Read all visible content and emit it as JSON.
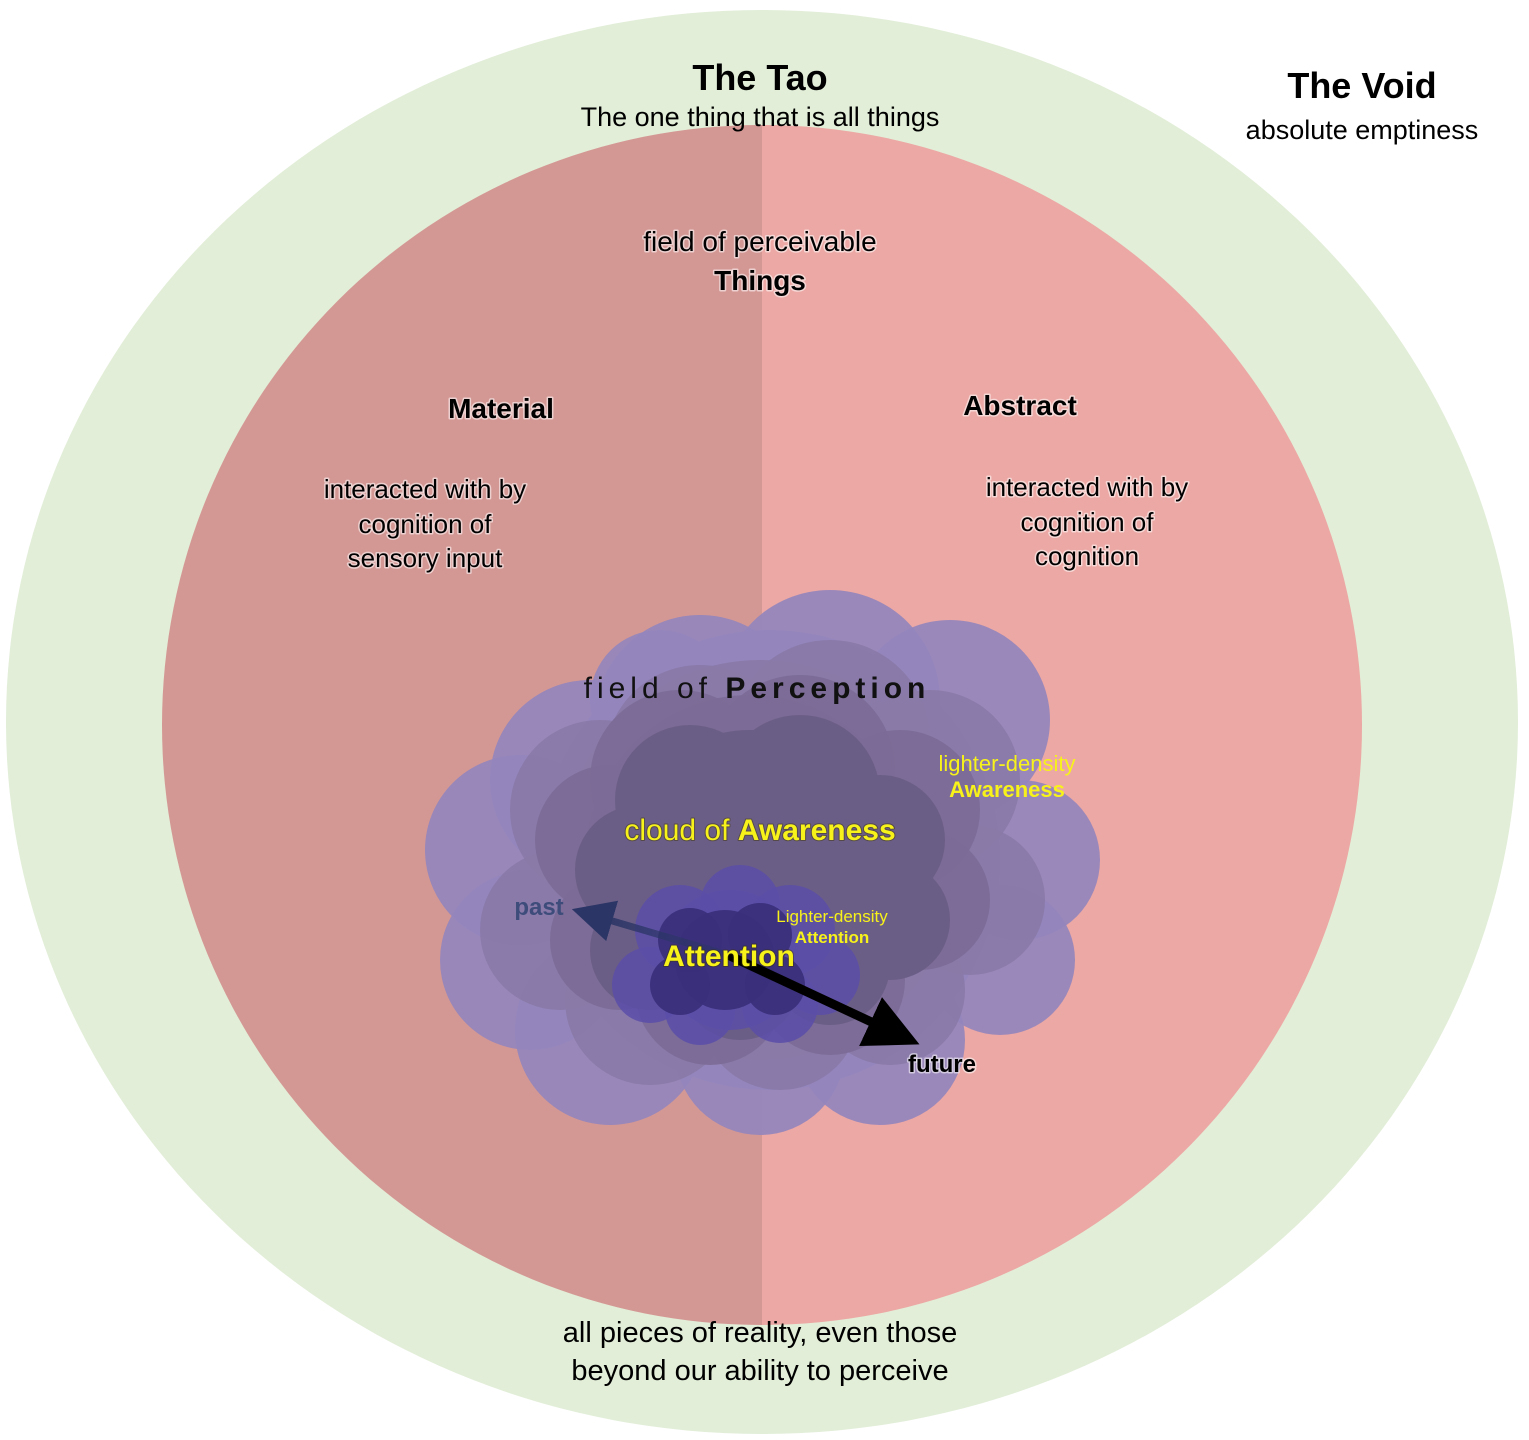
{
  "diagram": {
    "tao": {
      "title": "The Tao",
      "subtitle": "The one thing that is all things",
      "description_line1": "all pieces of reality, even those",
      "description_line2": "beyond our ability to perceive"
    },
    "void": {
      "title": "The Void",
      "subtitle": "absolute emptiness"
    },
    "things": {
      "line1": "field of perceivable",
      "line2": "Things"
    },
    "material": {
      "title": "Material",
      "line1": "interacted with by",
      "line2": "cognition of",
      "line3": "sensory input"
    },
    "abstract": {
      "title": "Abstract",
      "line1": "interacted with by",
      "line2": "cognition of",
      "line3": "cognition"
    },
    "perception": {
      "prefix": "field of ",
      "emphasis": "Perception"
    },
    "awareness": {
      "prefix": "cloud of ",
      "emphasis": "Awareness",
      "lighter_line1": "lighter-density",
      "lighter_line2": "Awareness"
    },
    "attention": {
      "label": "Attention",
      "lighter_line1": "Lighter-density",
      "lighter_line2": "Attention"
    },
    "timeline": {
      "past": "past",
      "future": "future"
    },
    "colors": {
      "void_background": "#ffffff",
      "tao_circle": "#e2eed8",
      "material_half": "#d49894",
      "abstract_half": "#eca8a4",
      "perception_outer": "#9486bc",
      "awareness_core": "#6b5e86",
      "attention_core": "#3a2f7a",
      "highlight_text": "#f7f21a",
      "past_text": "#3d4c7a"
    }
  }
}
